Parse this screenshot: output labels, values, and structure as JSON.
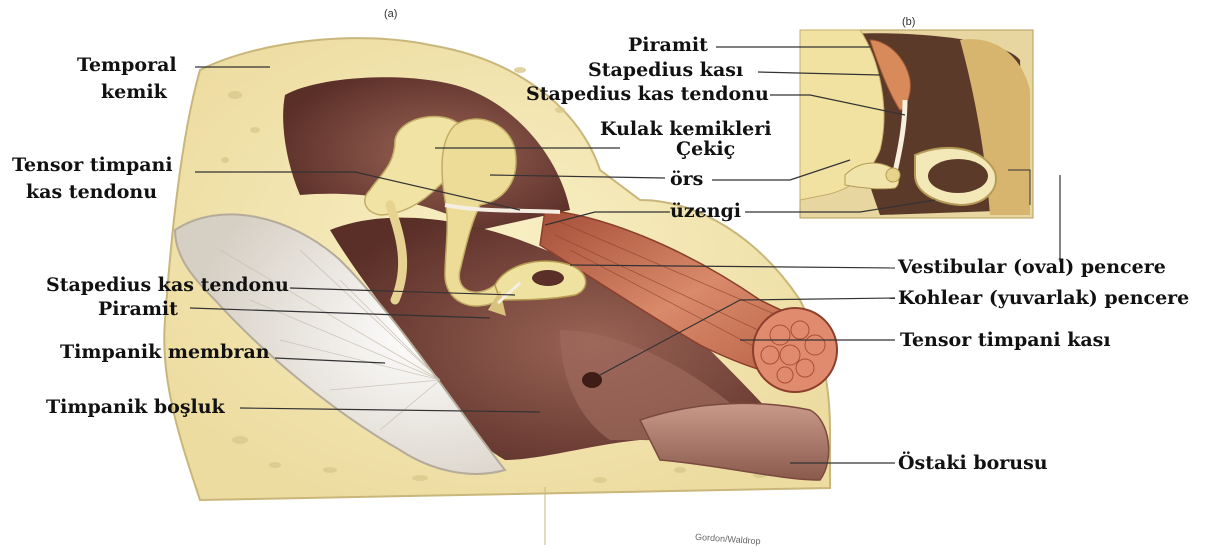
{
  "panels": {
    "a": "(a)",
    "b": "(b)"
  },
  "credit": "Gordon/Waldrop",
  "labels_a": {
    "temporal_kemik_1": "Temporal",
    "temporal_kemik_2": "kemik",
    "tensor_timpani_tendon_1": "Tensor timpani",
    "tensor_timpani_tendon_2": "kas tendonu",
    "stapedius_kas_tendonu": "Stapedius kas tendonu",
    "piramit": "Piramit",
    "timpanik_membran": "Timpanik membran",
    "timpanik_bosluk": "Timpanik boşluk"
  },
  "labels_b": {
    "piramit": "Piramit",
    "stapedius_kasi": "Stapedius kası",
    "stapedius_kas_tendonu": "Stapedius kas tendonu",
    "kulak_kemikleri": "Kulak kemikleri",
    "cekic": "Çekiç",
    "ors": "örs",
    "uzengi": "üzengi"
  },
  "labels_right": {
    "vestibular": "Vestibular (oval)  pencere",
    "kohlear": "Kohlear (yuvarlak) pencere",
    "tensor_timpani_kasi": "Tensor timpani kası",
    "ostaki": "Östaki borusu"
  },
  "colors": {
    "bone": "#f5e9b0",
    "bone_dark": "#e2cf8a",
    "cavity": "#6b3d33",
    "cavity_light": "#8a5a4d",
    "muscle": "#c96a4a",
    "ossicle": "#efe2a0",
    "membrane": "#ede8e0",
    "leader": "#333333"
  }
}
